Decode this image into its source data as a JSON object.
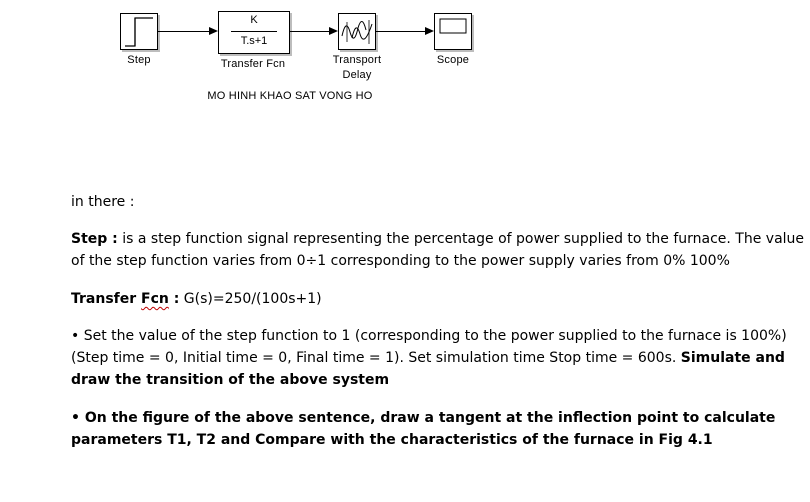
{
  "diagram": {
    "blocks": {
      "step_label": "Step",
      "transfer_numerator": "K",
      "transfer_denominator": "T.s+1",
      "transfer_label": "Transfer Fcn",
      "delay_label_line1": "Transport",
      "delay_label_line2": "Delay",
      "scope_label": "Scope"
    },
    "caption": "MO HINH KHAO SAT VONG HO"
  },
  "content": {
    "intro": "in there :",
    "step_term": "Step :",
    "step_desc": " is a step function signal representing the percentage of power supplied to the furnace. The value of the step function varies from 0÷1 corresponding to the power supply varies from 0% 100%",
    "tf_term_word1": "Transfer ",
    "tf_term_word2": "Fcn",
    "tf_term_colon": " :",
    "tf_desc": " G(s)=250/(100s+1)",
    "bullet1_plain": "• Set the value of the step function to 1 (corresponding to the power supplied to the furnace is 100%) (Step time = 0, Initial time = 0, Final time = 1). Set simulation time Stop time = 600s. ",
    "bullet1_bold": "Simulate and draw the transition of the above system",
    "bullet2": "• On the figure of the above sentence, draw a tangent at the inflection point to calculate parameters T1, T2 and Compare with the characteristics of the furnace in Fig 4.1"
  }
}
